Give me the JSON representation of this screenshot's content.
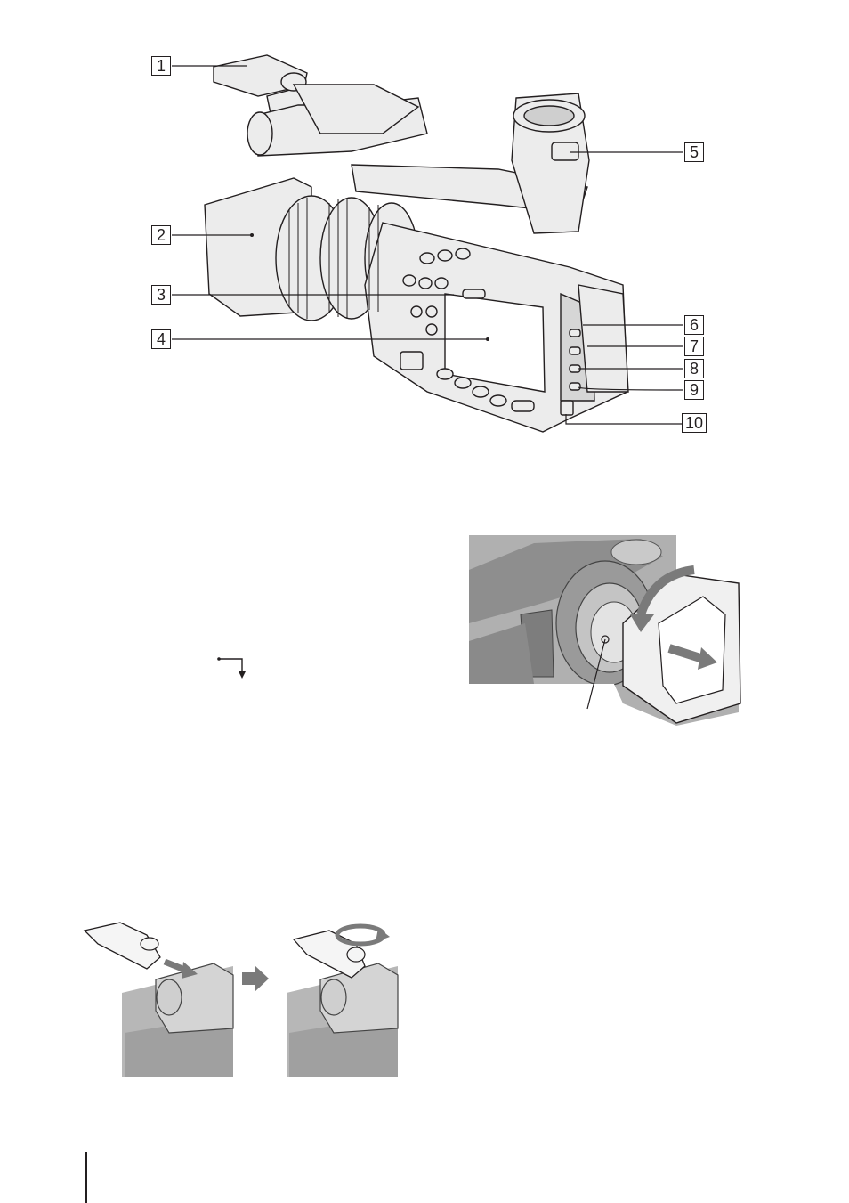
{
  "callouts": [
    "1",
    "2",
    "3",
    "4",
    "5",
    "6",
    "7",
    "8",
    "9",
    "10"
  ],
  "colors": {
    "line": "#231f20",
    "body": "#d9d9d9",
    "body_dark": "#bdbdbd",
    "photo_bg": "#a9a9a9",
    "arrow": "#7a7a7a"
  },
  "icons": [
    "camcorder-illustration",
    "lens-hood-removal-illustration",
    "shoe-adapter-step-illustration",
    "arrow-right-icon",
    "rotate-arrow-icon"
  ]
}
